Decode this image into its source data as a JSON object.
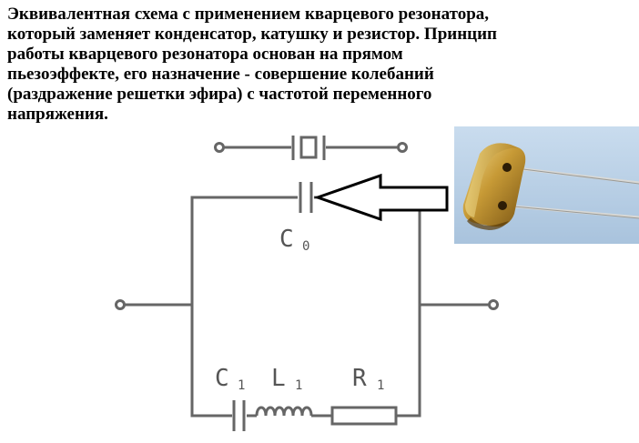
{
  "caption": "Эквивалентная схема с применением кварцевого резонатора,\nкоторый заменяет конденсатор, катушку и резистор. Принцип\nработы кварцевого резонатора основан на прямом\nпьезоэффекте, его назначение - совершение колебаний\n(раздражение решетки эфира) с частотой переменного\nнапряжения.",
  "labels": {
    "c0": "C",
    "c0_sub": "0",
    "c1": "C",
    "c1_sub": "1",
    "l1": "L",
    "l1_sub": "1",
    "r1": "R",
    "r1_sub": "1"
  },
  "colors": {
    "wire": "#666666",
    "arrow": "#000000",
    "text": "#000000"
  }
}
